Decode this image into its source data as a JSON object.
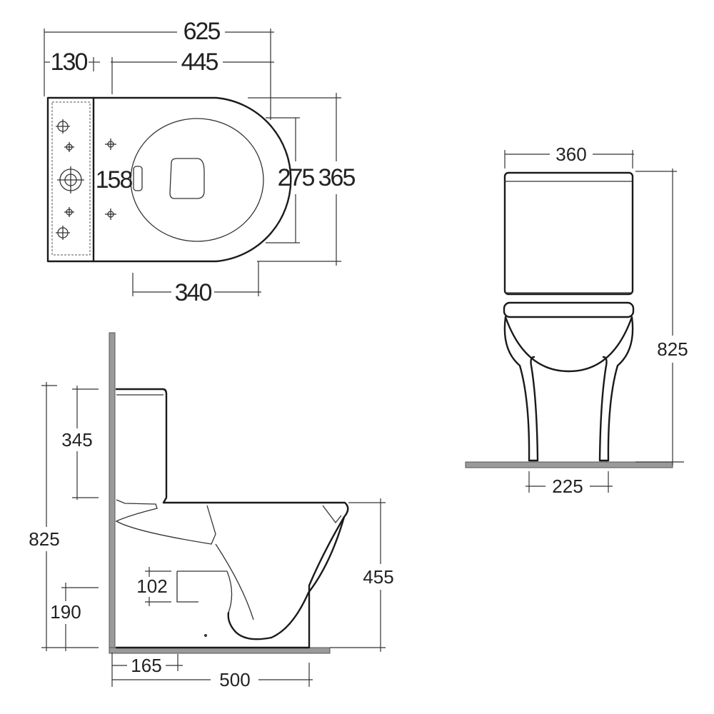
{
  "plan_view": {
    "dims": {
      "overall_length": "625",
      "cistern_depth": "130",
      "pan_length": "445",
      "hole_spacing": "158",
      "seat_width": "275",
      "overall_width": "365",
      "front_length": "340"
    }
  },
  "front_view": {
    "dims": {
      "width": "360",
      "height": "825",
      "base_width": "225"
    }
  },
  "side_view": {
    "dims": {
      "cistern_height": "345",
      "overall_height": "825",
      "outlet_height": "190",
      "outlet_diameter": "102",
      "rim_height": "455",
      "outlet_setback": "165",
      "projection": "500"
    }
  }
}
